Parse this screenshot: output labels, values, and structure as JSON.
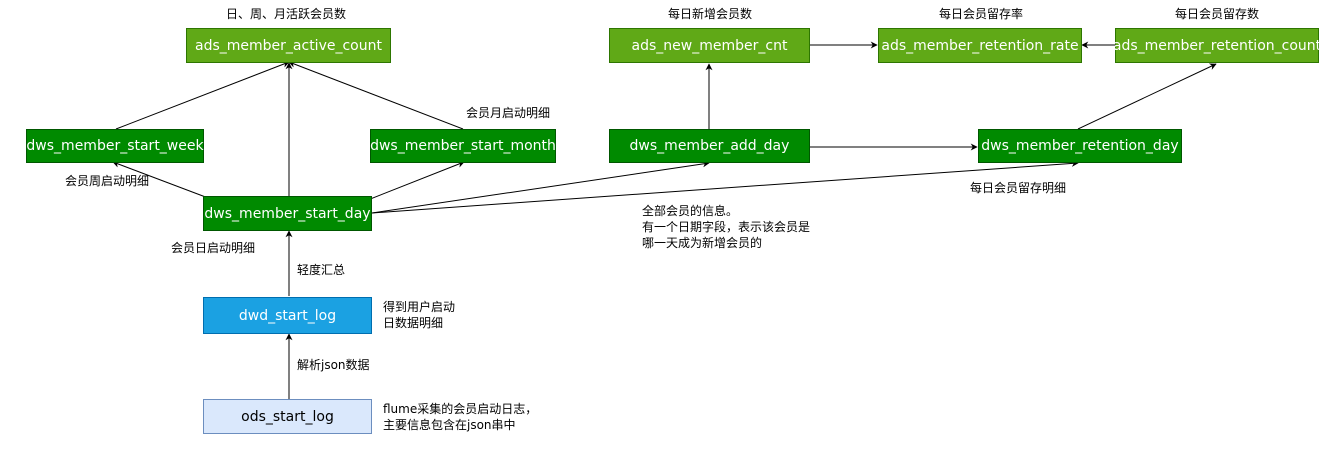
{
  "colors": {
    "ads_fill": "#60a917",
    "ads_stroke": "#2d7600",
    "dws_fill": "#008a00",
    "dws_stroke": "#005700",
    "dwd_fill": "#1ba1e2",
    "dwd_stroke": "#006eaf",
    "ods_fill": "#dae8fc",
    "ods_stroke": "#6c8ebf",
    "edge": "#000000"
  },
  "nodes": {
    "ads_member_active_count": "ads_member_active_count",
    "ads_new_member_cnt": "ads_new_member_cnt",
    "ads_member_retention_rate": "ads_member_retention_rate",
    "ads_member_retention_count": "ads_member_retention_count",
    "dws_member_start_week": "dws_member_start_week",
    "dws_member_start_month": "dws_member_start_month",
    "dws_member_add_day": "dws_member_add_day",
    "dws_member_retention_day": "dws_member_retention_day",
    "dws_member_start_day": "dws_member_start_day",
    "dwd_start_log": "dwd_start_log",
    "ods_start_log": "ods_start_log"
  },
  "labels": {
    "active_count": "日、周、月活跃会员数",
    "new_member": "每日新增会员数",
    "retention_rate": "每日会员留存率",
    "retention_count": "每日会员留存数",
    "start_month": "会员月启动明细",
    "start_week": "会员周启动明细",
    "retention_day": "每日会员留存明细",
    "start_day": "会员日启动明细",
    "light_summary": "轻度汇总",
    "dwd_desc": [
      "得到用户启动",
      "日数据明细"
    ],
    "parse_json": "解析json数据",
    "ods_desc": [
      "flume采集的会员启动日志，",
      "主要信息包含在json串中"
    ],
    "add_day_desc": [
      "全部会员的信息。",
      "有一个日期字段，表示该会员是",
      "哪一天成为新增会员的"
    ]
  }
}
